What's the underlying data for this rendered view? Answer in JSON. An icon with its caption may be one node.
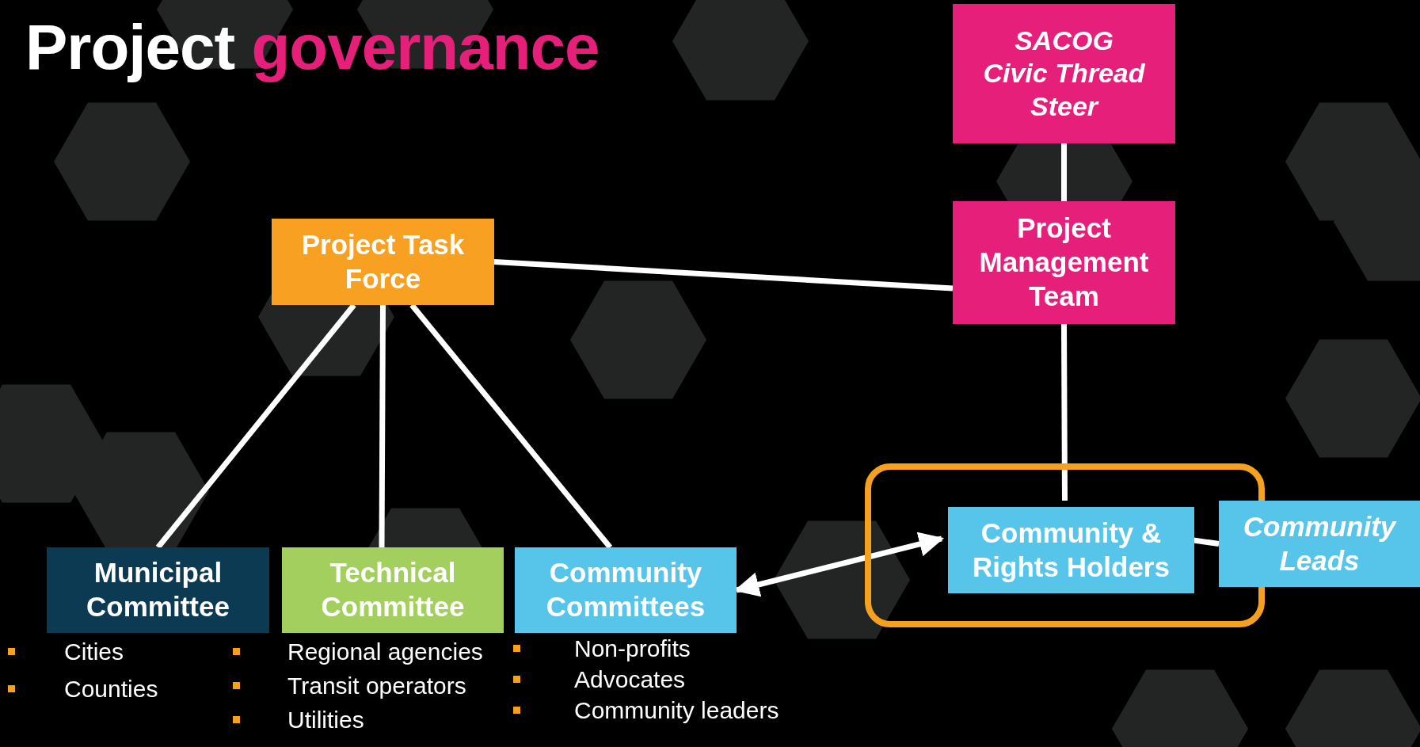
{
  "diagram": {
    "title": "Project governance",
    "nodes": [
      {
        "text": [
          "SACOG",
          "Civic Thread",
          "Steer"
        ]
      },
      {
        "text": [
          "Project Management Team"
        ]
      },
      {
        "text": [
          "Project Task Force"
        ]
      },
      {
        "text": [
          "Municipal Committee"
        ],
        "beside": [
          "Cities",
          "Counties"
        ]
      },
      {
        "text": [
          "Technical Committee"
        ],
        "beside": [
          "Regional agencies",
          "Transit operators",
          "Utilities"
        ]
      },
      {
        "text": [
          "Community Committees"
        ],
        "beside": [
          "Non-profits",
          "Advocates",
          "Community leaders"
        ]
      },
      {
        "text": [],
        "shape": "box"
      },
      {
        "text": [
          "Community & Rights Holders"
        ],
        "in": 6
      },
      {
        "text": [
          "Community Leads"
        ]
      }
    ],
    "edges": [
      {
        "from": 0,
        "to": 1,
        "arrow": "none"
      },
      {
        "from": 2,
        "to": 1,
        "arrow": "none"
      },
      {
        "from": 2,
        "to": 3,
        "arrow": "none"
      },
      {
        "from": 2,
        "to": 4,
        "arrow": "none"
      },
      {
        "from": 2,
        "to": 5,
        "arrow": "none"
      },
      {
        "from": 1,
        "to": 7,
        "arrow": "none"
      },
      {
        "from": 7,
        "to": 8,
        "arrow": "none"
      },
      {
        "from": 5,
        "to": 7,
        "arrow": "both"
      }
    ]
  }
}
